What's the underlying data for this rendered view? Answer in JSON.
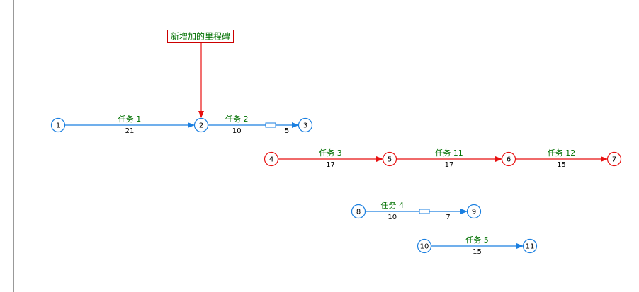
{
  "colors": {
    "normal": "#1a7fe0",
    "critical": "#e81010",
    "task_text": "#007000",
    "callout_text": "#007000",
    "callout_border": "#cc0000",
    "axis": "#999999"
  },
  "callout": {
    "text": "新增加的里程碑"
  },
  "nodes": [
    {
      "id": "1",
      "critical": false
    },
    {
      "id": "2",
      "critical": false
    },
    {
      "id": "3",
      "critical": false
    },
    {
      "id": "4",
      "critical": true
    },
    {
      "id": "5",
      "critical": true
    },
    {
      "id": "6",
      "critical": true
    },
    {
      "id": "7",
      "critical": true
    },
    {
      "id": "8",
      "critical": false
    },
    {
      "id": "9",
      "critical": false
    },
    {
      "id": "10",
      "critical": false
    },
    {
      "id": "11",
      "critical": false
    }
  ],
  "tasks": [
    {
      "from": "1",
      "to": "2",
      "name": "任务 1",
      "duration": "21",
      "critical": false,
      "float": ""
    },
    {
      "from": "2",
      "to": "3",
      "name": "任务 2",
      "duration": "10",
      "critical": false,
      "float": "5"
    },
    {
      "from": "4",
      "to": "5",
      "name": "任务 3",
      "duration": "17",
      "critical": true,
      "float": ""
    },
    {
      "from": "5",
      "to": "6",
      "name": "任务 11",
      "duration": "17",
      "critical": true,
      "float": ""
    },
    {
      "from": "6",
      "to": "7",
      "name": "任务 12",
      "duration": "15",
      "critical": true,
      "float": ""
    },
    {
      "from": "8",
      "to": "9",
      "name": "任务 4",
      "duration": "10",
      "critical": false,
      "float": "7"
    },
    {
      "from": "10",
      "to": "11",
      "name": "任务 5",
      "duration": "15",
      "critical": false,
      "float": ""
    }
  ]
}
